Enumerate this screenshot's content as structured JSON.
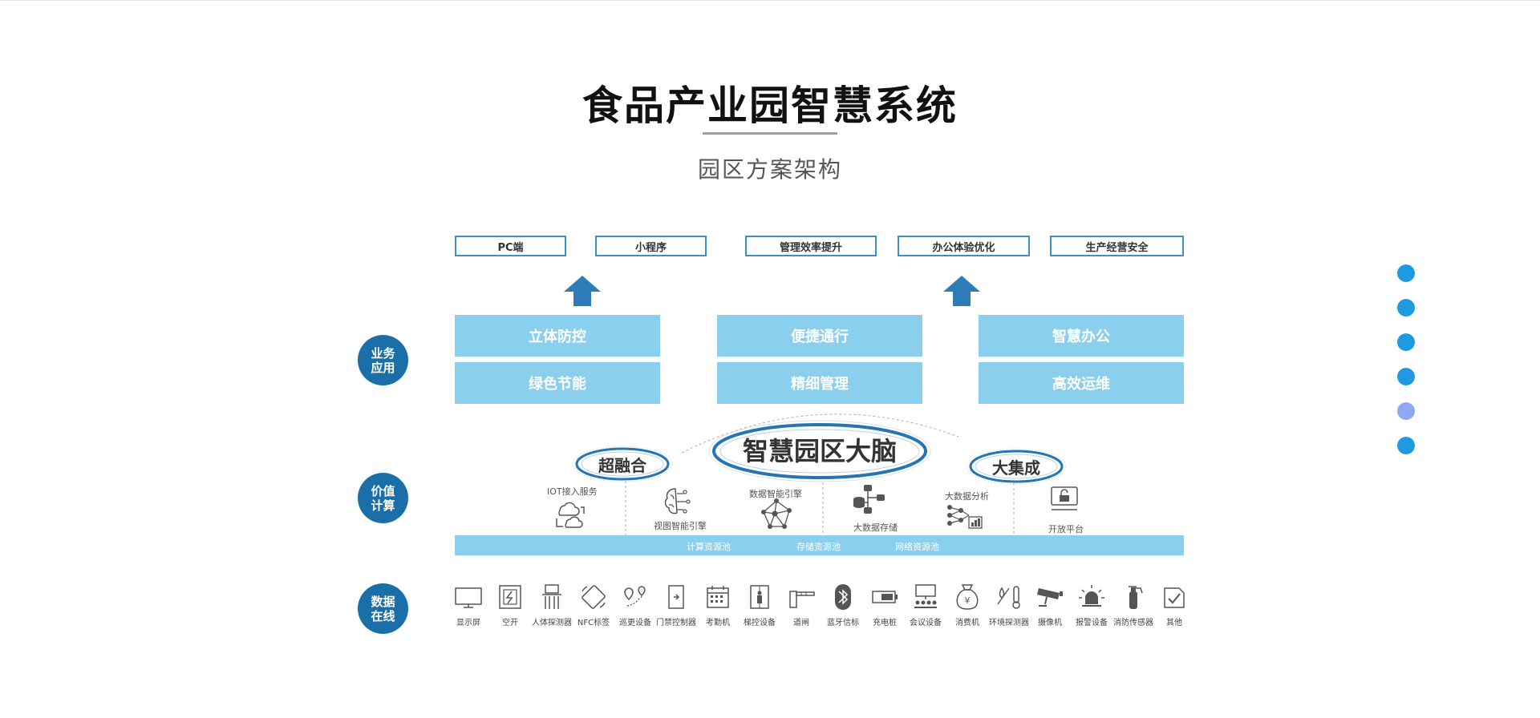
{
  "title": "食品产业园智慧系统",
  "subtitle": "园区方案架构",
  "side_labels": [
    {
      "line1": "业务",
      "line2": "应用"
    },
    {
      "line1": "价值",
      "line2": "计算"
    },
    {
      "line1": "数据",
      "line2": "在线"
    }
  ],
  "top_boxes": [
    "PC端",
    "小程序",
    "管理效率提升",
    "办公体验优化",
    "生产经营安全"
  ],
  "app_boxes": [
    "立体防控",
    "绿色节能",
    "便捷通行",
    "精细管理",
    "智慧办公",
    "高效运维"
  ],
  "compute": {
    "brain": "智慧园区大脑",
    "left_ring": "超融合",
    "right_ring": "大集成",
    "items": [
      "IOT接入服务",
      "视图智能引擎",
      "数据智能引擎",
      "大数据存储",
      "大数据分析",
      "开放平台"
    ]
  },
  "pools": [
    "计算资源池",
    "存储资源池",
    "网络资源池"
  ],
  "devices": [
    {
      "label": "显示屏",
      "icon": "monitor-icon"
    },
    {
      "label": "空开",
      "icon": "breaker-icon"
    },
    {
      "label": "人体探测器",
      "icon": "body-sensor-icon"
    },
    {
      "label": "NFC标签",
      "icon": "nfc-tag-icon"
    },
    {
      "label": "巡更设备",
      "icon": "patrol-icon"
    },
    {
      "label": "门禁控制器",
      "icon": "door-controller-icon"
    },
    {
      "label": "考勤机",
      "icon": "attendance-icon"
    },
    {
      "label": "梯控设备",
      "icon": "elevator-icon"
    },
    {
      "label": "道闸",
      "icon": "barrier-gate-icon"
    },
    {
      "label": "蓝牙信标",
      "icon": "bluetooth-beacon-icon"
    },
    {
      "label": "充电桩",
      "icon": "charging-pile-icon"
    },
    {
      "label": "会议设备",
      "icon": "meeting-device-icon"
    },
    {
      "label": "消费机",
      "icon": "pos-machine-icon"
    },
    {
      "label": "环境探测器",
      "icon": "environment-sensor-icon"
    },
    {
      "label": "摄像机",
      "icon": "camera-icon"
    },
    {
      "label": "报警设备",
      "icon": "alarm-icon"
    },
    {
      "label": "消防传感器",
      "icon": "fire-extinguisher-icon"
    },
    {
      "label": "其他",
      "icon": "other-icon"
    }
  ],
  "colors": {
    "primary": "#1b6fa8",
    "light": "#8acfed",
    "dot": "#1f9ae0",
    "dot_active": "#8fa8f5"
  },
  "nav_dots": {
    "count": 6,
    "active_index": 4
  }
}
